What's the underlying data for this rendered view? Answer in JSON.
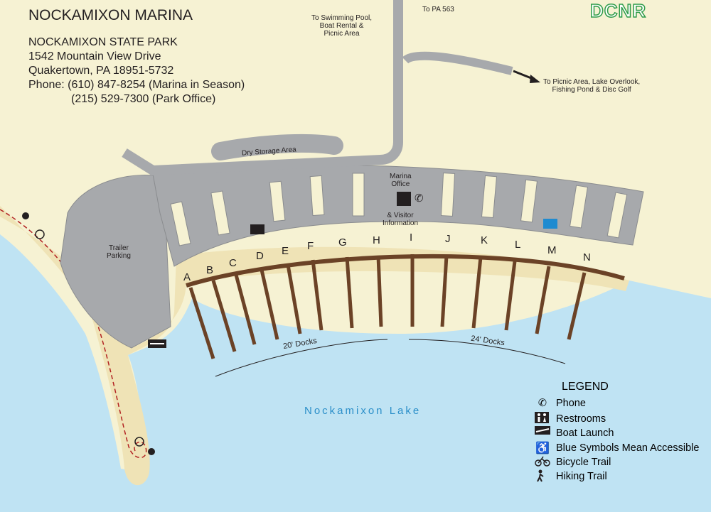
{
  "title": "NOCKAMIXON  MARINA",
  "address": {
    "line1": "NOCKAMIXON STATE PARK",
    "line2": "1542 Mountain View Drive",
    "line3": "Quakertown, PA 18951-5732",
    "line4": "Phone: (610) 847-8254 (Marina in Season)",
    "line5": "(215) 529-7300 (Park Office)"
  },
  "logo": "DCNR",
  "labels": {
    "swimming": [
      "To Swimming Pool,",
      "Boat Rental &",
      "Picnic Area"
    ],
    "pa563": "To PA 563",
    "picnic": [
      "To Picnic Area, Lake Overlook,",
      "Fishing Pond & Disc Golf"
    ],
    "dry_storage": "Dry Storage Area",
    "marina_office": [
      "Marina",
      "Office"
    ],
    "visitor_info": [
      "& Visitor",
      "Information"
    ],
    "trailer_parking": [
      "Trailer",
      "Parking"
    ],
    "docks20": "20' Docks",
    "docks24": "24' Docks",
    "lake": "Nockamixon  Lake"
  },
  "docks": [
    "A",
    "B",
    "C",
    "D",
    "E",
    "F",
    "G",
    "H",
    "I",
    "J",
    "K",
    "L",
    "M",
    "N"
  ],
  "legend": {
    "title": "LEGEND",
    "items": [
      {
        "icon": "phone-icon",
        "label": "Phone"
      },
      {
        "icon": "restrooms-icon",
        "label": "Restrooms"
      },
      {
        "icon": "boat-launch-icon",
        "label": "Boat Launch"
      },
      {
        "icon": "accessible-icon",
        "label": "Blue Symbols Mean Accessible"
      },
      {
        "icon": "bicycle-icon",
        "label": "Bicycle Trail"
      },
      {
        "icon": "hiker-icon",
        "label": "Hiking Trail"
      }
    ]
  },
  "colors": {
    "land": "#f6f2d3",
    "water": "#bfe3f3",
    "pavement": "#a7a9ac",
    "dock": "#6b4226",
    "trail": "#b22222",
    "accessible": "#1f8bd0",
    "logo": "#2f9c4a"
  }
}
